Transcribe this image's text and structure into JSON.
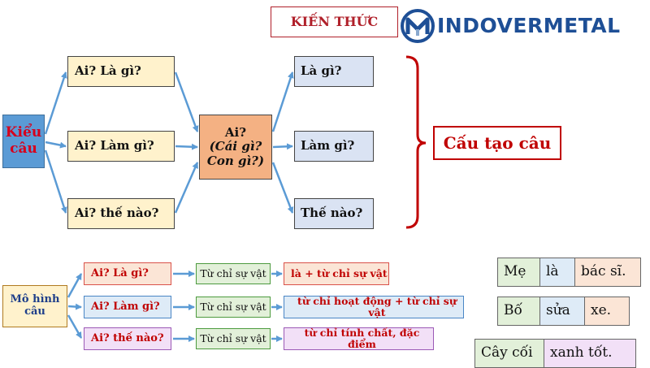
{
  "header": {
    "title": "KIẾN THỨC",
    "logo_text": "INDOVERMETAL"
  },
  "diagram": {
    "root": "Kiểu câu",
    "left_questions": [
      "Ai? Là gì?",
      "Ai? Làm gì?",
      "Ai? thế nào?"
    ],
    "center": {
      "line1": "Ai?",
      "line2": "(Cái gì?",
      "line3": "Con gì?)"
    },
    "right_parts": [
      "Là gì?",
      "Làm gì?",
      "Thế nào?"
    ],
    "structure_label": "Cấu tạo câu"
  },
  "model": {
    "root": "Mô hình câu",
    "rows": [
      {
        "question": "Ai? Là gì?",
        "subject": "Từ chỉ sự vật",
        "predicate": "là + từ chỉ sự vật"
      },
      {
        "question": "Ai? Làm gì?",
        "subject": "Từ chỉ sự vật",
        "predicate": "từ chỉ hoạt động + từ chỉ sự vật"
      },
      {
        "question": "Ai? thế nào?",
        "subject": "Từ chỉ sự vật",
        "predicate": "từ chỉ tính chất, đặc điểm"
      }
    ]
  },
  "examples": [
    [
      "Mẹ",
      "là",
      "bác sĩ."
    ],
    [
      "Bố",
      "sửa",
      "xe."
    ],
    [
      "Cây cối",
      "xanh tốt."
    ]
  ],
  "colors": {
    "title_red": "#b0202a",
    "root_blue": "#5b9bd5",
    "question_yellow": "#fff2cc",
    "center_orange": "#f4b183",
    "part_blue": "#dae3f3",
    "arrow_blue": "#5b9bd5",
    "logo_blue": "#1e4f96"
  }
}
